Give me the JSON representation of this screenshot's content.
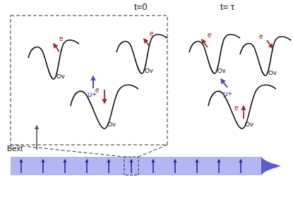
{
  "diagram": {
    "labels": [
      "t=0",
      "t= τ",
      "e",
      "Ov",
      "e",
      "Ov",
      "μ+",
      "e",
      "Ov",
      "e",
      "Ov",
      "e",
      "Ov",
      "μ+",
      "e",
      "Ov",
      "Bext"
    ]
  }
}
